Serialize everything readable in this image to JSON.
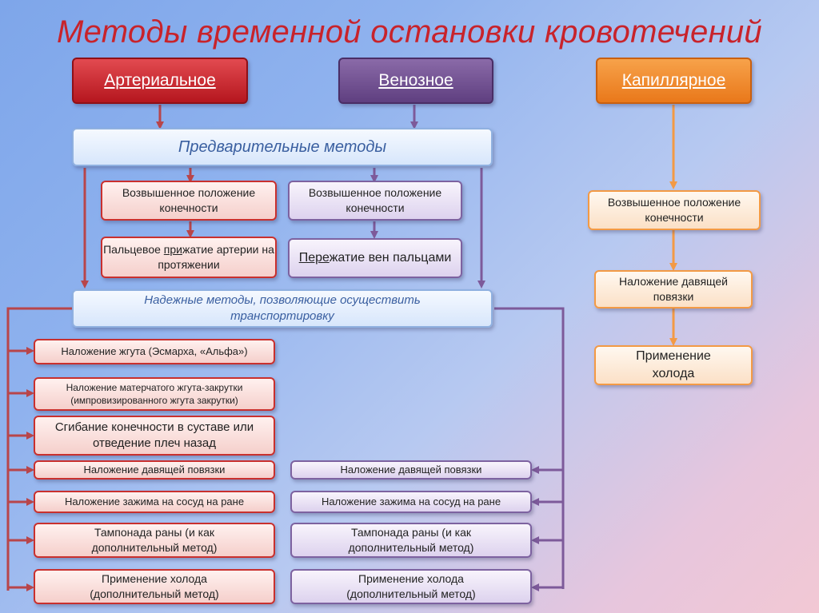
{
  "title": "Методы временной остановки кровотечений",
  "headers": {
    "arterial": "Артериальное",
    "venous": "Венозное",
    "capillary": "Капиллярное"
  },
  "preliminary": "Предварительные методы",
  "reliable": "Надежные методы, позволяющие осуществить транспортировку",
  "arterial_pre": {
    "elevated": "Возвышенное положение конечности",
    "press_a": "Пальцевое ",
    "press_b": "при",
    "press_c": "жатие артерии на протяжении"
  },
  "venous_pre": {
    "elevated": "Возвышенное положение конечности",
    "clamp_a": "Пере",
    "clamp_b": "жатие вен пальцами"
  },
  "capillary_items": [
    "Возвышенное положение конечности",
    "Наложение давящей повязки",
    "Применение холода"
  ],
  "arterial_reliable": [
    "Наложение жгута (Эсмарха, «Альфа»)",
    "Наложение матерчатого жгута-закрутки (импровизированного жгута закрутки)",
    "Сгибание конечности в суставе или отведение плеч назад",
    "Наложение давящей повязки",
    "Наложение зажима на сосуд на ране",
    "Тампонада раны (и как дополнительный метод)",
    "Применение холода (дополнительный метод)"
  ],
  "venous_reliable": [
    "Наложение давящей повязки",
    "Наложение зажима на сосуд на ране",
    "Тампонада раны (и как дополнительный метод)",
    "Применение холода (дополнительный метод)"
  ],
  "colors": {
    "title": "#c8232b",
    "arterial": "#c9302e",
    "venous": "#7d62a0",
    "capillary": "#f39a45"
  }
}
